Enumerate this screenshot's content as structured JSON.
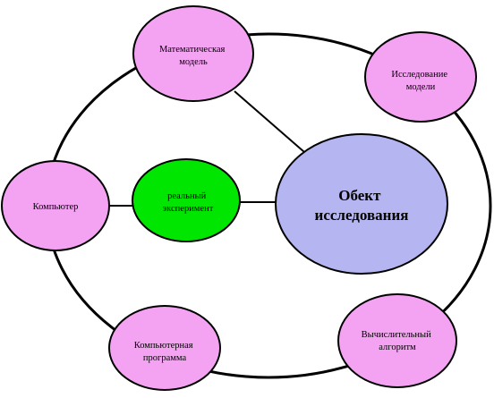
{
  "diagram": {
    "nodes": [
      {
        "id": "math_model",
        "lines": [
          "Математическая",
          "модель"
        ],
        "fill": "#f4a3f2"
      },
      {
        "id": "model_research",
        "lines": [
          "Исследование",
          "модели"
        ],
        "fill": "#f4a3f2"
      },
      {
        "id": "computer",
        "lines": [
          "Компьютер"
        ],
        "fill": "#f4a3f2"
      },
      {
        "id": "program",
        "lines": [
          "Компьютерная",
          "программа"
        ],
        "fill": "#f4a3f2"
      },
      {
        "id": "algorithm",
        "lines": [
          "Вычислительный",
          "алгоритм"
        ],
        "fill": "#f4a3f2"
      },
      {
        "id": "experiment",
        "lines": [
          "реальный",
          "эксперимент"
        ],
        "fill": "#00e600"
      },
      {
        "id": "object",
        "lines": [
          "Обект",
          "исследования"
        ],
        "fill": "#b5b5f2"
      }
    ]
  }
}
